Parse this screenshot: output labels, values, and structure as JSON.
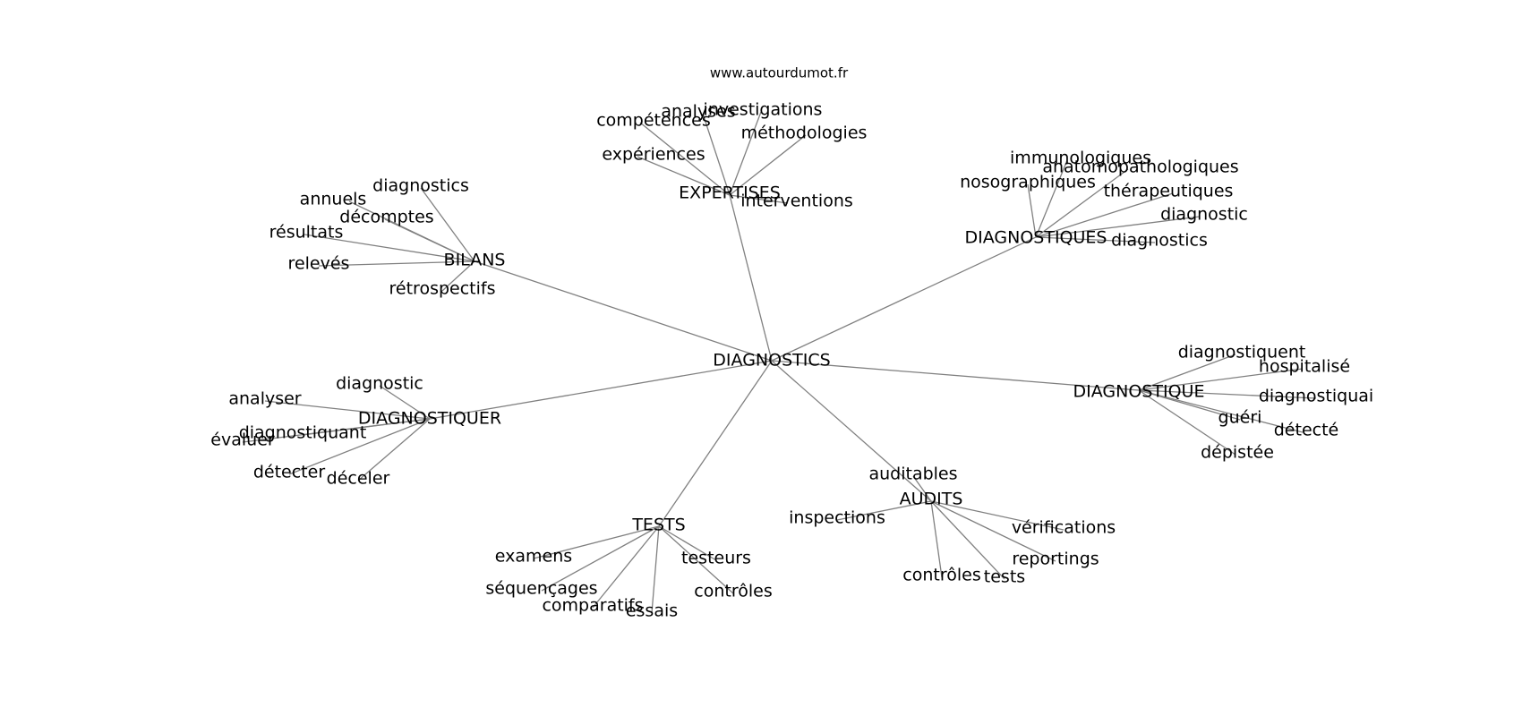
{
  "source": "www.autourdumot.fr",
  "colors": {
    "edge": "#808080",
    "text": "#000000",
    "background": "#ffffff"
  },
  "root": "DIAGNOSTICS",
  "groups": [
    {
      "id": "expertises",
      "label": "EXPERTISES",
      "children": [
        "compétences",
        "analyses",
        "investigations",
        "méthodologies",
        "expériences",
        "interventions"
      ]
    },
    {
      "id": "bilans",
      "label": "BILANS",
      "children": [
        "diagnostics",
        "annuels",
        "décomptes",
        "résultats",
        "relevés",
        "rétrospectifs"
      ]
    },
    {
      "id": "diagnostiques",
      "label": "DIAGNOSTIQUES",
      "children": [
        "immunologiques",
        "anatomopathologiques",
        "nosographiques",
        "thérapeutiques",
        "diagnostic",
        "diagnostics"
      ]
    },
    {
      "id": "diagnostique",
      "label": "DIAGNOSTIQUE",
      "children": [
        "diagnostiquent",
        "hospitalisé",
        "diagnostiquai",
        "guéri",
        "détecté",
        "dépistée"
      ]
    },
    {
      "id": "diagnostiquer",
      "label": "DIAGNOSTIQUER",
      "children": [
        "diagnostic",
        "analyser",
        "diagnostiquant",
        "évaluer",
        "détecter",
        "déceler"
      ]
    },
    {
      "id": "tests",
      "label": "TESTS",
      "children": [
        "examens",
        "testeurs",
        "séquençages",
        "contrôles",
        "comparatifs",
        "essais"
      ]
    },
    {
      "id": "audits",
      "label": "AUDITS",
      "children": [
        "auditables",
        "inspections",
        "vérifications",
        "reportings",
        "contrôles",
        "tests"
      ]
    }
  ]
}
